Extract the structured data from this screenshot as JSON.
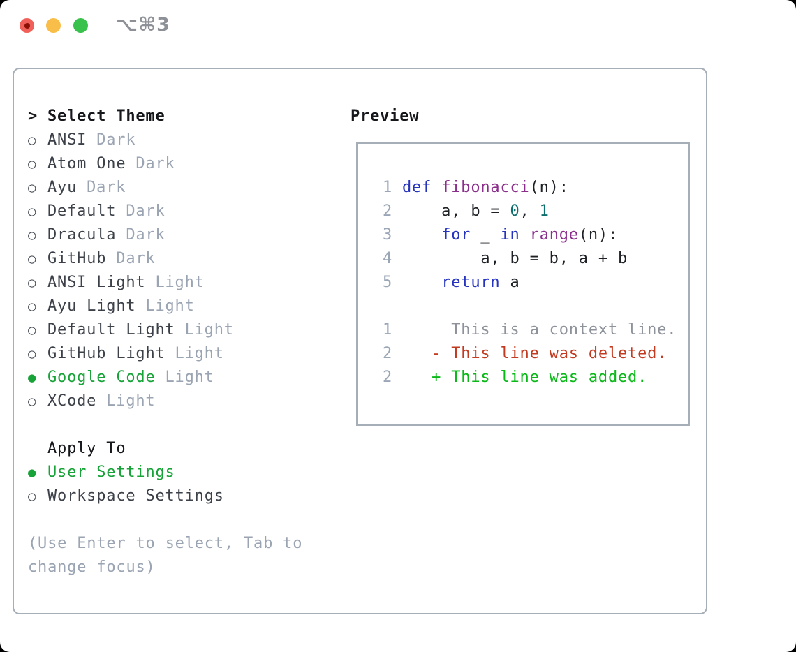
{
  "window": {
    "shortcut": "⌥⌘3"
  },
  "icons": {
    "radio_unselected": "○",
    "radio_selected": "●",
    "focus_caret": ">"
  },
  "colors": {
    "accent_green": "#17a338",
    "keyword_blue": "#2533bd",
    "function_purple": "#8c2e8c",
    "number_teal": "#0d6e6e",
    "deleted_red": "#c23a20",
    "added_green": "#0ab818",
    "muted_gray": "#9aa4b2",
    "traffic_red": "#f16058",
    "traffic_yellow": "#f9bd4a",
    "traffic_green": "#38c24c"
  },
  "theme_picker": {
    "title_marker": ">",
    "title": "Select Theme",
    "items": [
      {
        "name": "ANSI",
        "tag": "Dark",
        "selected": false
      },
      {
        "name": "Atom One",
        "tag": "Dark",
        "selected": false
      },
      {
        "name": "Ayu",
        "tag": "Dark",
        "selected": false
      },
      {
        "name": "Default",
        "tag": "Dark",
        "selected": false
      },
      {
        "name": "Dracula",
        "tag": "Dark",
        "selected": false
      },
      {
        "name": "GitHub",
        "tag": "Dark",
        "selected": false
      },
      {
        "name": "ANSI Light",
        "tag": "Light",
        "selected": false
      },
      {
        "name": "Ayu Light",
        "tag": "Light",
        "selected": false
      },
      {
        "name": "Default Light",
        "tag": "Light",
        "selected": false
      },
      {
        "name": "GitHub Light",
        "tag": "Light",
        "selected": false
      },
      {
        "name": "Google Code",
        "tag": "Light",
        "selected": true
      },
      {
        "name": "XCode",
        "tag": "Light",
        "selected": false
      }
    ],
    "apply_to": {
      "title": "Apply To",
      "options": [
        {
          "label": "User Settings",
          "selected": true
        },
        {
          "label": "Workspace Settings",
          "selected": false
        }
      ]
    },
    "hint_line1": "(Use Enter to select, Tab to",
    "hint_line2": "change focus)"
  },
  "preview": {
    "title": "Preview",
    "lines": [
      {
        "num": "1",
        "tokens": [
          {
            "t": "def",
            "c": "kw"
          },
          {
            "t": " ",
            "c": "pl"
          },
          {
            "t": "fibonacci",
            "c": "fn"
          },
          {
            "t": "(n):",
            "c": "pl"
          }
        ]
      },
      {
        "num": "2",
        "tokens": [
          {
            "t": "    a, b = ",
            "c": "pl"
          },
          {
            "t": "0",
            "c": "num"
          },
          {
            "t": ", ",
            "c": "pl"
          },
          {
            "t": "1",
            "c": "num"
          }
        ]
      },
      {
        "num": "3",
        "tokens": [
          {
            "t": "    ",
            "c": "pl"
          },
          {
            "t": "for",
            "c": "kw"
          },
          {
            "t": " _ ",
            "c": "pl"
          },
          {
            "t": "in",
            "c": "kw"
          },
          {
            "t": " ",
            "c": "pl"
          },
          {
            "t": "range",
            "c": "fn"
          },
          {
            "t": "(n):",
            "c": "pl"
          }
        ]
      },
      {
        "num": "4",
        "tokens": [
          {
            "t": "        a, b = b, a + b",
            "c": "pl"
          }
        ]
      },
      {
        "num": "5",
        "tokens": [
          {
            "t": "    ",
            "c": "pl"
          },
          {
            "t": "return",
            "c": "kw"
          },
          {
            "t": " a",
            "c": "pl"
          }
        ]
      },
      {
        "num": "",
        "tokens": []
      },
      {
        "num": "1",
        "tokens": [
          {
            "t": "     This is a context line.",
            "c": "ctx"
          }
        ]
      },
      {
        "num": "2",
        "tokens": [
          {
            "t": "   - This line was deleted.",
            "c": "del"
          }
        ]
      },
      {
        "num": "2",
        "tokens": [
          {
            "t": "   + This line was added.",
            "c": "add"
          }
        ]
      }
    ]
  }
}
